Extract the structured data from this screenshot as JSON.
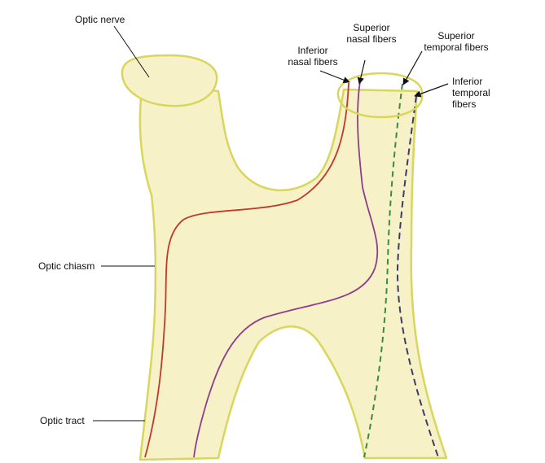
{
  "labels": {
    "optic_nerve": "Optic nerve",
    "inferior_nasal": [
      "Inferior",
      "nasal fibers"
    ],
    "superior_nasal": [
      "Superior",
      "nasal fibers"
    ],
    "superior_temporal": [
      "Superior",
      "temporal fibers"
    ],
    "inferior_temporal": [
      "Inferior",
      "temporal",
      "fibers"
    ],
    "optic_chiasm": "Optic chiasm",
    "optic_tract": "Optic tract"
  },
  "colors": {
    "tissue_fill": "#f7f1c8",
    "tissue_outline": "#d8d65c",
    "inferior_nasal_fiber": "#c0392b",
    "superior_nasal_fiber": "#8e3e8a",
    "superior_temporal_fiber": "#3e8a3e",
    "inferior_temporal_fiber": "#3c3c64",
    "leader_line": "#111111"
  }
}
